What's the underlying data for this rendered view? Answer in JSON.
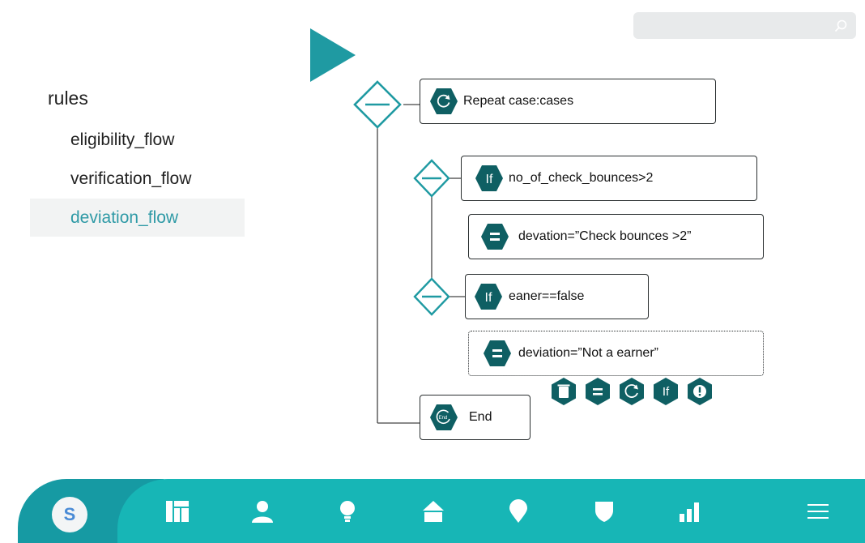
{
  "search": {
    "placeholder": "",
    "icon": "search-icon"
  },
  "toolbar": {
    "run_icon": "play-icon"
  },
  "sidebar": {
    "title": "rules",
    "items": [
      {
        "label": "eligibility_flow",
        "active": false
      },
      {
        "label": "verification_flow",
        "active": false
      },
      {
        "label": "deviation_flow",
        "active": true
      }
    ]
  },
  "flow": {
    "repeat": {
      "text": "Repeat case:cases",
      "icon": "repeat-icon"
    },
    "if1": {
      "text": "no_of_check_bounces>2",
      "icon": "if-icon"
    },
    "assign1": {
      "text": "devation=”Check bounces >2”",
      "icon": "equals-icon"
    },
    "if2": {
      "text": "eaner==false",
      "icon": "if-icon"
    },
    "assign2": {
      "text": "deviation=”Not a earner”",
      "icon": "equals-icon"
    },
    "end": {
      "text": "End",
      "icon_text": "End"
    }
  },
  "node_actions": [
    "trash-icon",
    "equals-icon",
    "repeat-icon",
    "if-icon",
    "alert-icon"
  ],
  "bottom_nav": {
    "avatar_initial": "S",
    "items": [
      "dashboard-icon",
      "user-icon",
      "bulb-icon",
      "home-icon",
      "location-pin-icon",
      "shield-icon",
      "bar-chart-icon",
      "menu-icon"
    ]
  },
  "colors": {
    "teal": "#1f8f96",
    "dark_teal": "#0f5f63",
    "bar": "#17b6b6",
    "bar_dark": "#169aa3"
  }
}
